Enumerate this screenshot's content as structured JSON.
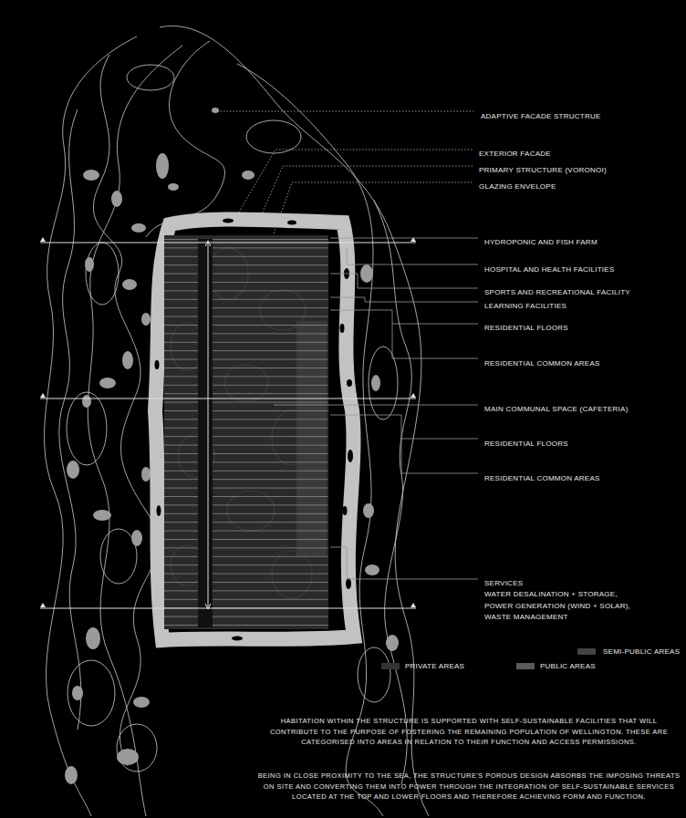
{
  "diagram": {
    "labels": [
      "ADAPTIVE FACADE STRUCTRUE",
      "EXTERIOR FACADE",
      "PRIMARY STRUCTURE (VORONOI)",
      "GLAZING ENVELOPE",
      "HYDROPONIC AND FISH FARM",
      "HOSPITAL AND HEALTH FACILITIES",
      "SPORTS AND RECREATIONAL FACILITY",
      "LEARNING FACILITIES",
      "RESIDENTIAL FLOORS",
      "RESIDENTIAL COMMON AREAS",
      "MAIN COMMUNAL SPACE (CAFETERIA)",
      "RESIDENTIAL FLOORS",
      "RESIDENTIAL COMMON AREAS",
      "SERVICES",
      "WATER DESALINATION + STORAGE,",
      "POWER GENERATION (WIND + SOLAR),",
      "WASTE MANAGEMENT",
      "HABITATION WITHIN THE STRUCTURE IS SUPPORTED WITH SELF-SUSTAINABLE FACILITIES THAT WILL CONTRIBUTE TO THE PURPOSE OF FOSTERING THE REMAINING POPULATION OF WELLINGTON. THESE ARE CATEGORISED INTO AREAS IN RELATION TO THEIR FUNCTION AND ACCESS PERMISSIONS.",
      "BEING IN CLOSE PROXIMITY TO THE SEA, THE STRUCTURE'S POROUS DESIGN ABSORBS THE IMPOSING THREATS ON SITE AND CONVERTING THEM INTO POWER THROUGH THE INTEGRATION OF SELF-SUSTAINABLE SERVICES LOCATED AT THE TOP AND LOWER FLOORS AND THEREFORE ACHIEVING FORM AND FUNCTION."
    ],
    "legend": [
      {
        "text": "SEMI-PUBLIC AREAS",
        "color": "#444444"
      },
      {
        "text": "PRIVATE AREAS",
        "color": "#333333"
      },
      {
        "text": "PUBLIC AREAS",
        "color": "#5a5a5a"
      }
    ]
  }
}
